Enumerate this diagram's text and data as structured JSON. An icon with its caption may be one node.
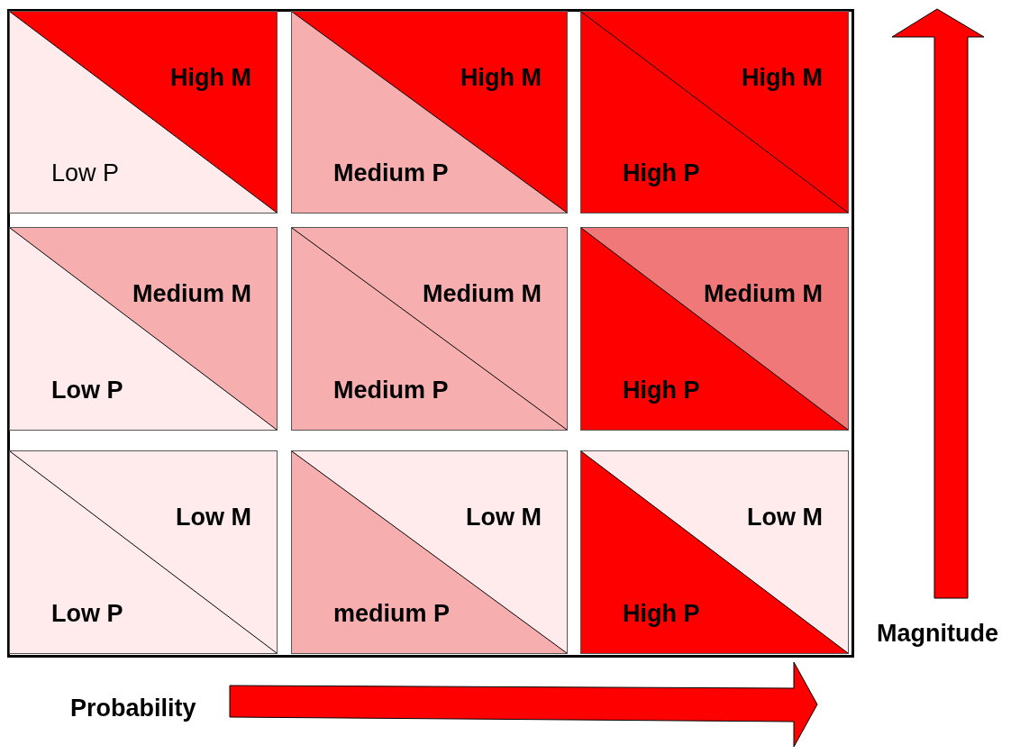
{
  "diagram": {
    "nodes": [
      {
        "text": [
          "High M",
          "Low P"
        ]
      },
      {
        "text": [
          "High M",
          "Medium P"
        ]
      },
      {
        "text": [
          "High M",
          "High P"
        ]
      },
      {
        "text": [
          "Medium M",
          "Low P"
        ]
      },
      {
        "text": [
          "Medium M",
          "Medium P"
        ]
      },
      {
        "text": [
          "Medium M",
          "High P"
        ]
      },
      {
        "text": [
          "Low M",
          "Low P"
        ]
      },
      {
        "text": [
          "Low M",
          "medium P"
        ]
      },
      {
        "text": [
          "Low M",
          "High P"
        ]
      }
    ],
    "labels": [
      "Magnitude",
      "Probability"
    ]
  }
}
